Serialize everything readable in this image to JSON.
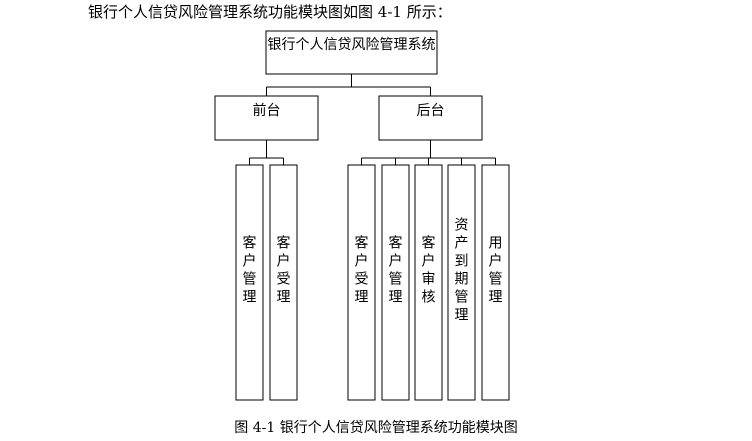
{
  "intro_text": "银行个人信贷风险管理系统功能模块图如图 4-1 所示：",
  "caption": "图 4-1  银行个人信贷风险管理系统功能模块图",
  "root": {
    "label": "银行个人信贷风险管理系统"
  },
  "branches": [
    {
      "label": "前台",
      "modules": [
        {
          "label": "客户管理"
        },
        {
          "label": "客户受理"
        }
      ]
    },
    {
      "label": "后台",
      "modules": [
        {
          "label": "客户受理"
        },
        {
          "label": "客户管理"
        },
        {
          "label": "客户审核"
        },
        {
          "label": "资产到期管理"
        },
        {
          "label": "用户管理"
        }
      ]
    }
  ]
}
